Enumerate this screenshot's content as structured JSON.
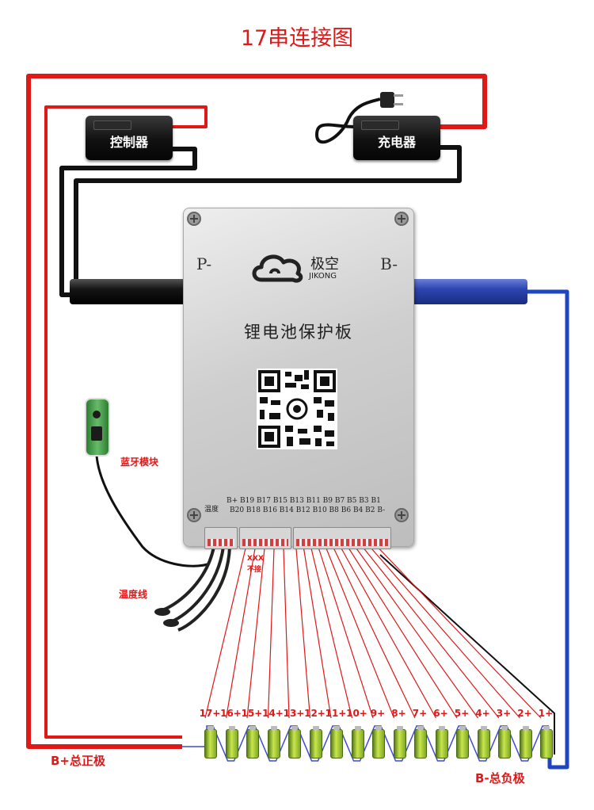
{
  "title": "17串连接图",
  "devices": {
    "controller": "控制器",
    "charger": "充电器"
  },
  "board": {
    "p_label": "P-",
    "b_label": "B-",
    "brand_cn": "极空",
    "brand_en": "JIKONG",
    "product": "锂电池保护板",
    "temp_label": "温度",
    "pins_top": "B+  B19  B17  B15  B13  B11  B9  B7  B5  B3  B1",
    "pins_bottom": "B20  B18  B16  B14  B12  B10  B8  B6  B4  B2  B-"
  },
  "labels": {
    "bluetooth": "蓝牙模块",
    "temp_wire": "温度线",
    "xxx": "XXX",
    "not_connected": "不接",
    "pos_total": "B+总正极",
    "neg_total": "B-总负极"
  },
  "cells": [
    "17+",
    "16+",
    "15+",
    "14+",
    "13+",
    "12+",
    "11+",
    "10+",
    "9+",
    "8+",
    "7+",
    "6+",
    "5+",
    "4+",
    "3+",
    "2+",
    "1+"
  ],
  "colors": {
    "title": "#e01818",
    "positive_wire": "#e01818",
    "negative_wire": "#1f45c0",
    "balance_wire": "#e01818",
    "cell": "#a8d23a"
  },
  "icons": [
    "cloud-logo-icon",
    "qr-code-icon",
    "power-plug-icon",
    "screw-icon"
  ]
}
